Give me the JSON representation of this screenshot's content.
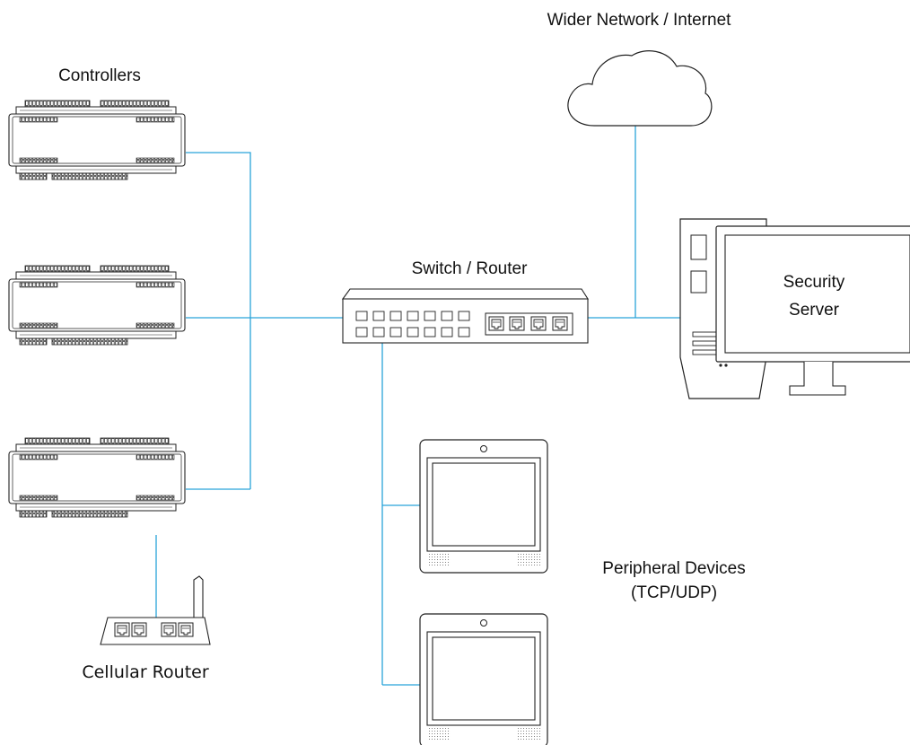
{
  "labels": {
    "controllers": "Controllers",
    "internet": "Wider Network / Internet",
    "switch": "Switch / Router",
    "server_line1": "Security",
    "server_line2": "Server",
    "peripheral_line1": "Peripheral Devices",
    "peripheral_line2": "(TCP/UDP)",
    "cellular": "Cellular Router"
  },
  "colors": {
    "link": "#29a3d9",
    "outline": "#222222"
  },
  "icons": [
    "controller-icon",
    "cloud-icon",
    "switch-icon",
    "server-icon",
    "peripheral-device-icon",
    "cellular-router-icon"
  ]
}
